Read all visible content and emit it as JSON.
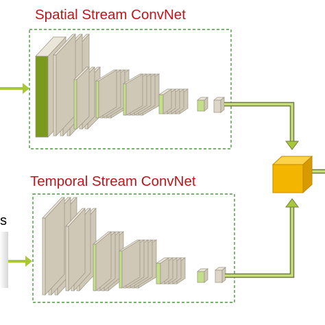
{
  "spatial": {
    "title": "Spatial Stream ConvNet"
  },
  "temporal": {
    "title": "Temporal Stream ConvNet"
  },
  "left_cut_label": "s",
  "colors": {
    "title_red": "#c0151b",
    "frame_green": "#4a9a3e",
    "arrow_green": "#a9c838",
    "arrow_dark": "#707a40",
    "dark_green": "#7a9a1e",
    "light_green": "#c3df8a",
    "beige": "#ddd6c6",
    "beige_edge": "#9a9282",
    "fusion_orange": "#f3b500",
    "fusion_top": "#fbd24a"
  }
}
